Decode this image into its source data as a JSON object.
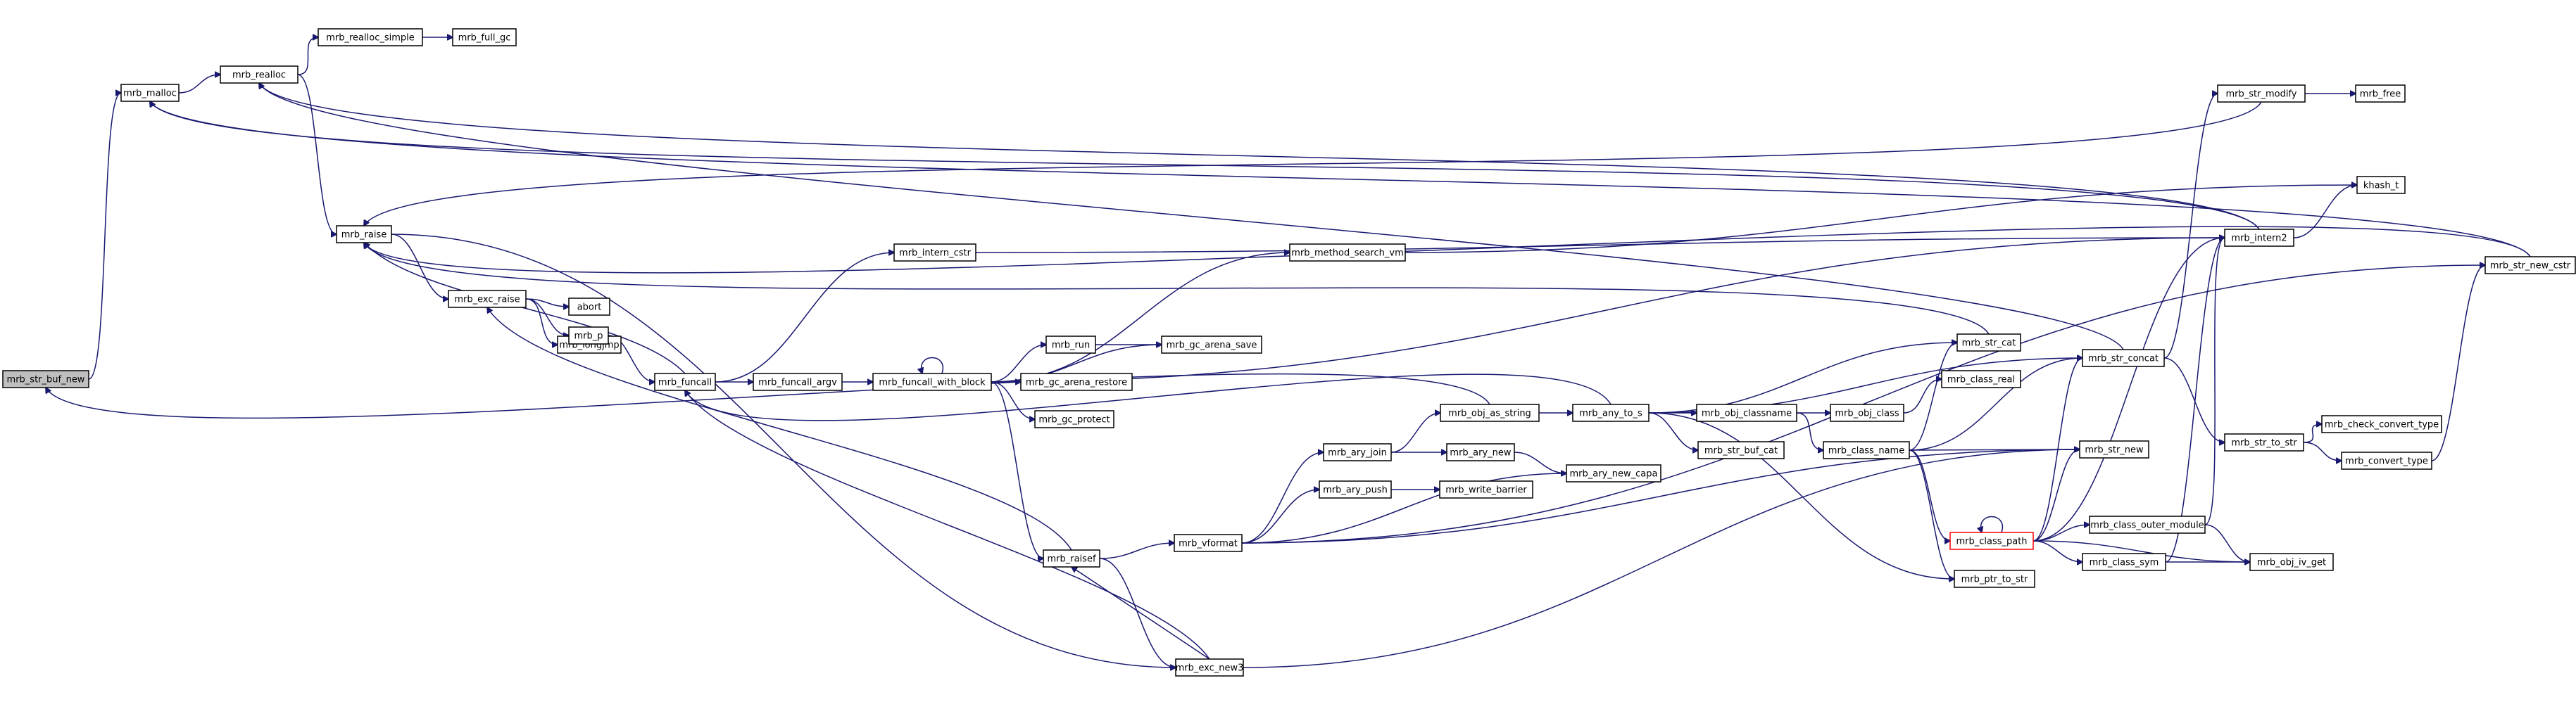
{
  "graph": {
    "edge_color": "#191970",
    "root_fill": "#bfbfbf",
    "highlight_border": "#ff0000",
    "nodes": [
      {
        "id": "mrb_str_buf_new",
        "label": "mrb_str_buf_new"
      },
      {
        "id": "mrb_malloc",
        "label": "mrb_malloc"
      },
      {
        "id": "mrb_realloc",
        "label": "mrb_realloc"
      },
      {
        "id": "mrb_realloc_simple",
        "label": "mrb_realloc_simple"
      },
      {
        "id": "mrb_full_gc",
        "label": "mrb_full_gc"
      },
      {
        "id": "mrb_raise",
        "label": "mrb_raise"
      },
      {
        "id": "mrb_exc_raise",
        "label": "mrb_exc_raise"
      },
      {
        "id": "abort",
        "label": "abort"
      },
      {
        "id": "mrb_longjmp",
        "label": "mrb_longjmp"
      },
      {
        "id": "mrb_p",
        "label": "mrb_p"
      },
      {
        "id": "mrb_funcall",
        "label": "mrb_funcall"
      },
      {
        "id": "mrb_funcall_argv",
        "label": "mrb_funcall_argv"
      },
      {
        "id": "mrb_intern_cstr",
        "label": "mrb_intern_cstr"
      },
      {
        "id": "mrb_funcall_with_block",
        "label": "mrb_funcall_with_block"
      },
      {
        "id": "mrb_method_search_vm",
        "label": "mrb_method_search_vm"
      },
      {
        "id": "mrb_run",
        "label": "mrb_run"
      },
      {
        "id": "mrb_gc_arena_save",
        "label": "mrb_gc_arena_save"
      },
      {
        "id": "mrb_gc_arena_restore",
        "label": "mrb_gc_arena_restore"
      },
      {
        "id": "mrb_gc_protect",
        "label": "mrb_gc_protect"
      },
      {
        "id": "mrb_raisef",
        "label": "mrb_raisef"
      },
      {
        "id": "mrb_vformat",
        "label": "mrb_vformat"
      },
      {
        "id": "mrb_exc_new3",
        "label": "mrb_exc_new3"
      },
      {
        "id": "mrb_obj_as_string",
        "label": "mrb_obj_as_string"
      },
      {
        "id": "mrb_ary_join",
        "label": "mrb_ary_join"
      },
      {
        "id": "mrb_ary_new",
        "label": "mrb_ary_new"
      },
      {
        "id": "mrb_ary_push",
        "label": "mrb_ary_push"
      },
      {
        "id": "mrb_write_barrier",
        "label": "mrb_write_barrier"
      },
      {
        "id": "mrb_ary_new_capa",
        "label": "mrb_ary_new_capa"
      },
      {
        "id": "mrb_any_to_s",
        "label": "mrb_any_to_s"
      },
      {
        "id": "mrb_obj_classname",
        "label": "mrb_obj_classname"
      },
      {
        "id": "mrb_obj_class",
        "label": "mrb_obj_class"
      },
      {
        "id": "mrb_str_buf_cat",
        "label": "mrb_str_buf_cat"
      },
      {
        "id": "mrb_class_name",
        "label": "mrb_class_name"
      },
      {
        "id": "mrb_str_cat",
        "label": "mrb_str_cat"
      },
      {
        "id": "mrb_class_real",
        "label": "mrb_class_real"
      },
      {
        "id": "mrb_str_new",
        "label": "mrb_str_new"
      },
      {
        "id": "mrb_class_path",
        "label": "mrb_class_path"
      },
      {
        "id": "mrb_ptr_to_str",
        "label": "mrb_ptr_to_str"
      },
      {
        "id": "mrb_str_concat",
        "label": "mrb_str_concat"
      },
      {
        "id": "mrb_str_modify",
        "label": "mrb_str_modify"
      },
      {
        "id": "mrb_free",
        "label": "mrb_free"
      },
      {
        "id": "mrb_intern2",
        "label": "mrb_intern2"
      },
      {
        "id": "khash_t",
        "label": "khash_t"
      },
      {
        "id": "mrb_str_new_cstr",
        "label": "mrb_str_new_cstr"
      },
      {
        "id": "mrb_str_to_str",
        "label": "mrb_str_to_str"
      },
      {
        "id": "mrb_check_convert_type",
        "label": "mrb_check_convert_type"
      },
      {
        "id": "mrb_convert_type",
        "label": "mrb_convert_type"
      },
      {
        "id": "mrb_class_outer_module",
        "label": "mrb_class_outer_module"
      },
      {
        "id": "mrb_class_sym",
        "label": "mrb_class_sym"
      },
      {
        "id": "mrb_obj_iv_get",
        "label": "mrb_obj_iv_get"
      }
    ],
    "edges": [
      [
        "mrb_str_buf_new",
        "mrb_malloc"
      ],
      [
        "mrb_malloc",
        "mrb_realloc"
      ],
      [
        "mrb_realloc",
        "mrb_realloc_simple"
      ],
      [
        "mrb_realloc_simple",
        "mrb_full_gc"
      ],
      [
        "mrb_realloc",
        "mrb_raise"
      ],
      [
        "mrb_raise",
        "mrb_exc_raise"
      ],
      [
        "mrb_exc_raise",
        "abort"
      ],
      [
        "mrb_exc_raise",
        "mrb_longjmp"
      ],
      [
        "mrb_exc_raise",
        "mrb_p"
      ],
      [
        "mrb_p",
        "mrb_funcall"
      ],
      [
        "mrb_funcall",
        "mrb_raise"
      ],
      [
        "mrb_funcall",
        "mrb_funcall_argv"
      ],
      [
        "mrb_funcall",
        "mrb_intern_cstr"
      ],
      [
        "mrb_funcall_argv",
        "mrb_funcall_with_block"
      ],
      [
        "mrb_funcall_with_block",
        "mrb_funcall_with_block"
      ],
      [
        "mrb_funcall_with_block",
        "mrb_method_search_vm"
      ],
      [
        "mrb_funcall_with_block",
        "mrb_run"
      ],
      [
        "mrb_funcall_with_block",
        "mrb_gc_arena_save"
      ],
      [
        "mrb_funcall_with_block",
        "mrb_gc_arena_restore"
      ],
      [
        "mrb_funcall_with_block",
        "mrb_gc_protect"
      ],
      [
        "mrb_funcall_with_block",
        "mrb_raisef"
      ],
      [
        "mrb_funcall_with_block",
        "mrb_intern2"
      ],
      [
        "mrb_run",
        "mrb_gc_arena_save"
      ],
      [
        "mrb_raisef",
        "mrb_vformat"
      ],
      [
        "mrb_raisef",
        "mrb_exc_new3"
      ],
      [
        "mrb_raisef",
        "mrb_exc_raise"
      ],
      [
        "mrb_raise",
        "mrb_exc_new3"
      ],
      [
        "mrb_exc_new3",
        "mrb_raisef"
      ],
      [
        "mrb_exc_new3",
        "mrb_funcall"
      ],
      [
        "mrb_exc_new3",
        "mrb_str_new"
      ],
      [
        "mrb_vformat",
        "mrb_ary_join"
      ],
      [
        "mrb_vformat",
        "mrb_ary_push"
      ],
      [
        "mrb_vformat",
        "mrb_ary_new_capa"
      ],
      [
        "mrb_vformat",
        "mrb_str_new"
      ],
      [
        "mrb_vformat",
        "mrb_str_new_cstr"
      ],
      [
        "mrb_ary_join",
        "mrb_obj_as_string"
      ],
      [
        "mrb_ary_join",
        "mrb_ary_new"
      ],
      [
        "mrb_ary_new",
        "mrb_ary_new_capa"
      ],
      [
        "mrb_ary_push",
        "mrb_write_barrier"
      ],
      [
        "mrb_obj_as_string",
        "mrb_any_to_s"
      ],
      [
        "mrb_obj_as_string",
        "mrb_str_buf_new"
      ],
      [
        "mrb_any_to_s",
        "mrb_funcall"
      ],
      [
        "mrb_any_to_s",
        "mrb_obj_classname"
      ],
      [
        "mrb_any_to_s",
        "mrb_str_buf_cat"
      ],
      [
        "mrb_any_to_s",
        "mrb_str_cat"
      ],
      [
        "mrb_any_to_s",
        "mrb_str_concat"
      ],
      [
        "mrb_any_to_s",
        "mrb_ptr_to_str"
      ],
      [
        "mrb_obj_classname",
        "mrb_obj_class"
      ],
      [
        "mrb_obj_classname",
        "mrb_class_name"
      ],
      [
        "mrb_obj_class",
        "mrb_class_real"
      ],
      [
        "mrb_class_name",
        "mrb_str_cat"
      ],
      [
        "mrb_class_name",
        "mrb_str_new"
      ],
      [
        "mrb_class_name",
        "mrb_class_path"
      ],
      [
        "mrb_class_name",
        "mrb_ptr_to_str"
      ],
      [
        "mrb_class_name",
        "mrb_str_concat"
      ],
      [
        "mrb_class_path",
        "mrb_class_path"
      ],
      [
        "mrb_class_path",
        "mrb_str_new"
      ],
      [
        "mrb_class_path",
        "mrb_str_concat"
      ],
      [
        "mrb_class_path",
        "mrb_class_outer_module"
      ],
      [
        "mrb_class_path",
        "mrb_class_sym"
      ],
      [
        "mrb_class_path",
        "mrb_obj_iv_get"
      ],
      [
        "mrb_class_path",
        "mrb_intern2"
      ],
      [
        "mrb_class_outer_module",
        "mrb_intern2"
      ],
      [
        "mrb_class_outer_module",
        "mrb_obj_iv_get"
      ],
      [
        "mrb_class_sym",
        "mrb_intern2"
      ],
      [
        "mrb_class_sym",
        "mrb_obj_iv_get"
      ],
      [
        "mrb_str_cat",
        "mrb_raise"
      ],
      [
        "mrb_str_concat",
        "mrb_str_modify"
      ],
      [
        "mrb_str_concat",
        "mrb_str_to_str"
      ],
      [
        "mrb_str_concat",
        "mrb_realloc"
      ],
      [
        "mrb_str_modify",
        "mrb_free"
      ],
      [
        "mrb_str_modify",
        "mrb_raise"
      ],
      [
        "mrb_intern_cstr",
        "mrb_intern2"
      ],
      [
        "mrb_intern2",
        "khash_t"
      ],
      [
        "mrb_intern2",
        "mrb_malloc"
      ],
      [
        "mrb_intern2",
        "mrb_realloc"
      ],
      [
        "mrb_method_search_vm",
        "khash_t"
      ],
      [
        "mrb_str_new_cstr",
        "mrb_raise"
      ],
      [
        "mrb_str_new_cstr",
        "mrb_malloc"
      ],
      [
        "mrb_str_to_str",
        "mrb_check_convert_type"
      ],
      [
        "mrb_str_to_str",
        "mrb_convert_type"
      ],
      [
        "mrb_convert_type",
        "mrb_str_new_cstr"
      ]
    ]
  }
}
